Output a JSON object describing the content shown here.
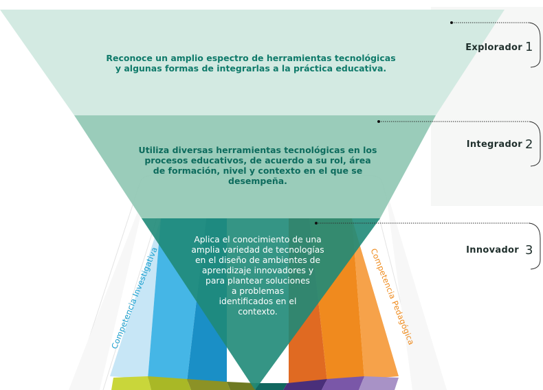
{
  "levels": [
    {
      "name": "Explorador",
      "number": "1",
      "description": "Reconoce un amplio espectro de herramientas tecnológicas\ny algunas formas de integrarlas a la práctica educativa."
    },
    {
      "name": "Integrador",
      "number": "2",
      "description": "Utiliza  diversas herramientas tecnológicas en los\nprocesos educativos,  de acuerdo a su rol, área\nde formación, nivel  y contexto en el que se\ndesempeña."
    },
    {
      "name": "Innovador",
      "number": "3",
      "description": "Aplica el conocimiento de una\namplia variedad de tecnologías\nen el diseño de ambientes de\naprendizaje innovadores  y\npara plantear  soluciones\na problemas\nidentificados en el\ncontexto."
    }
  ],
  "competencies": {
    "left": "Competencia Investigativa",
    "right": "Competencia Pedagógica"
  },
  "colors": {
    "level1": "#cfe8df",
    "level2": "#8fc6b3",
    "level3": "#1f8a78",
    "blue_light": "#c7e6f6",
    "blue_mid": "#45b6e6",
    "blue_dark": "#1a8fc6",
    "orange_light": "#f6a24a",
    "orange_mid": "#f08a1e",
    "orange_dark": "#e06a22",
    "yellowgreen": "#b7c628",
    "olive": "#8c9226",
    "purple_dark": "#4a2f7a",
    "purple_mid": "#7a57a8",
    "purple_light": "#a892c6",
    "text_teal": "#0f7a6a"
  }
}
